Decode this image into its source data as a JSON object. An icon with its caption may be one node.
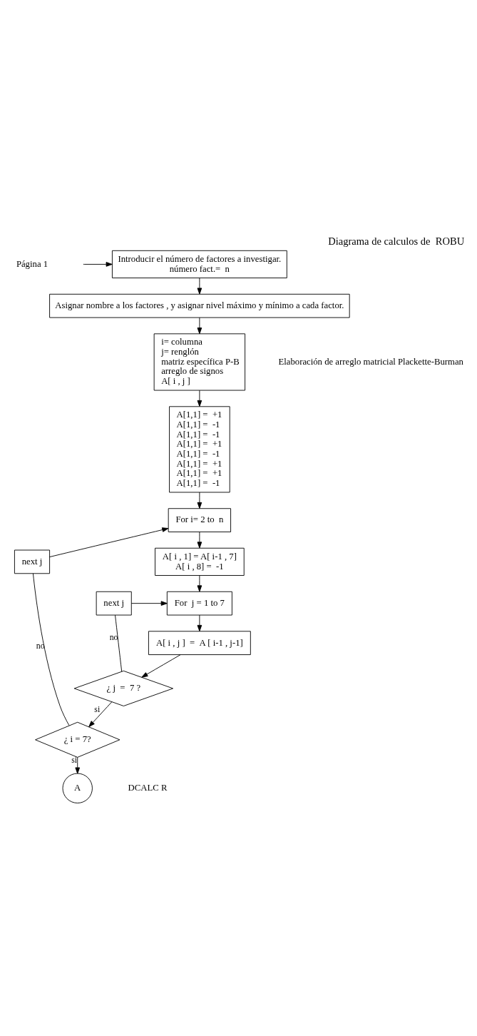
{
  "diagram": {
    "title": "Diagrama de calculos de  ROBU",
    "nodes": [
      {
        "text": [
          "Introducir el número de factores a investigar.",
          "número fact.=  n"
        ]
      },
      {
        "text": [
          "Asignar nombre a los factores , y asignar nivel máximo y mínimo a cada factor."
        ]
      },
      {
        "text": [
          "i= columna",
          "j= renglón",
          "matriz específica P-B",
          "arreglo de signos",
          "A[ i , j ]"
        ],
        "beside": [
          "Elaboración de arreglo matricial Plackette-Burman"
        ]
      },
      {
        "text": [
          "A[1,1] =  +1",
          "A[1,1] =  -1",
          "A[1,1] =  -1",
          "A[1,1] =  +1",
          "A[1,1] =  -1",
          "A[1,1] =  +1",
          "A[1,1] =  +1",
          "A[1,1] =  -1"
        ]
      },
      {
        "text": [
          "For i= 2 to  n"
        ]
      },
      {
        "text": [
          "A[ i , 1] = A[ i-1 , 7]",
          "A[ i , 8] =  -1"
        ]
      },
      {
        "text": [
          "next j"
        ]
      },
      {
        "text": [
          "For  j = 1 to 7"
        ]
      },
      {
        "text": [
          "A[ i , j ]  =  A [ i-1 , j-1]"
        ]
      },
      {
        "text": [
          "next j"
        ]
      },
      {
        "text": [
          "¿ j  =  7 ?"
        ]
      },
      {
        "text": [
          "¿ i = 7?"
        ]
      },
      {
        "text": [
          "A"
        ]
      }
    ],
    "edges": [
      {
        "from": null,
        "to": 0,
        "arrow": "to"
      },
      {
        "from": 0,
        "to": 1,
        "arrow": "to"
      },
      {
        "from": 1,
        "to": 2,
        "arrow": "to"
      },
      {
        "from": 2,
        "to": 3,
        "arrow": "to"
      },
      {
        "from": 3,
        "to": 4,
        "arrow": "to"
      },
      {
        "from": 4,
        "to": 5,
        "arrow": "to"
      },
      {
        "from": 5,
        "to": 7,
        "arrow": "to"
      },
      {
        "from": 7,
        "to": 8,
        "arrow": "to"
      },
      {
        "from": 8,
        "to": 10,
        "arrow": "to"
      },
      {
        "from": 10,
        "to": 9,
        "arrow": "none",
        "label": "no"
      },
      {
        "from": 9,
        "to": 7,
        "arrow": "to"
      },
      {
        "from": 10,
        "to": 11,
        "arrow": "to",
        "label": "si"
      },
      {
        "from": 11,
        "to": 6,
        "arrow": "none",
        "label": "no"
      },
      {
        "from": 6,
        "to": 4,
        "arrow": "to"
      },
      {
        "from": 11,
        "to": 12,
        "arrow": "to",
        "label": "si"
      }
    ],
    "labels": [
      "Página 1",
      "DCALC R"
    ]
  }
}
